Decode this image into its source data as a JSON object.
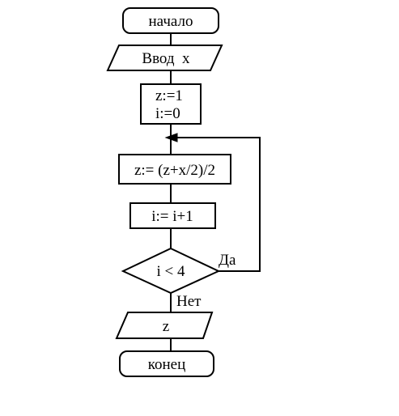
{
  "flowchart": {
    "start_label": "начало",
    "input_label": "Ввод  x",
    "init_z": "z:=1",
    "init_i": "i:=0",
    "calc_z": "z:= (z+x/2)/2",
    "incr_i": "i:= i+1",
    "condition": "i < 4",
    "yes_label": "Да",
    "no_label": "Нет",
    "output_label": "z",
    "end_label": "конец"
  }
}
